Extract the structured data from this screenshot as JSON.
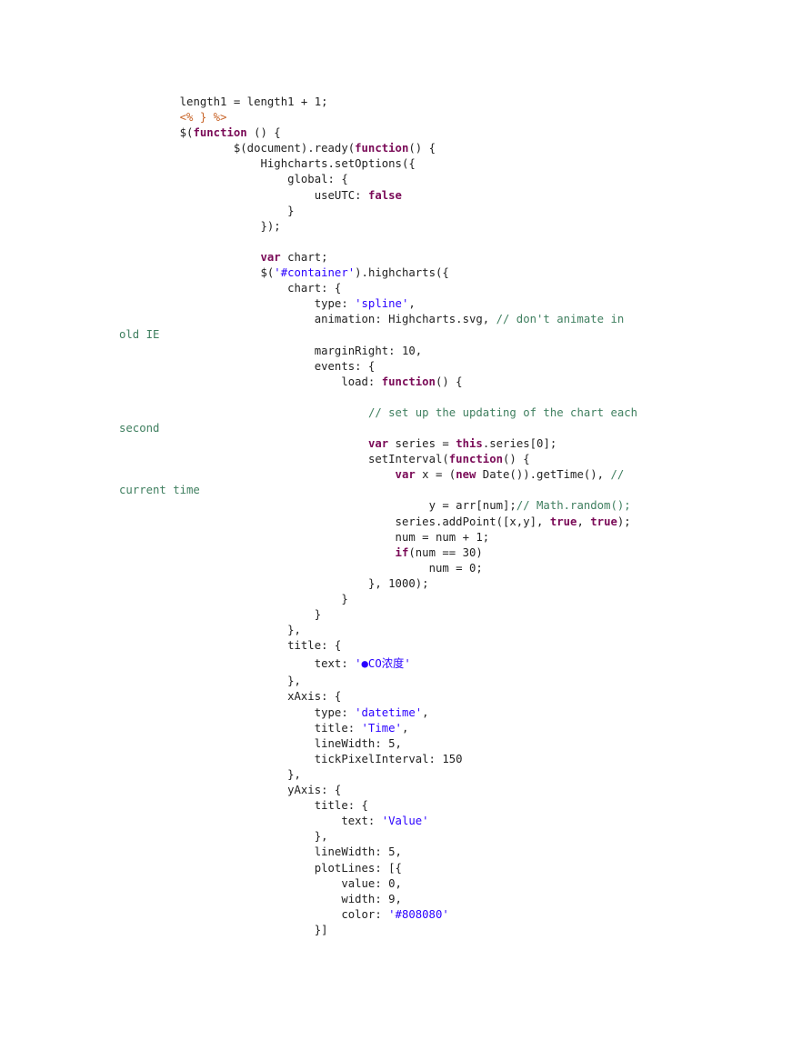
{
  "document": {
    "lines": [
      {
        "indent": 9,
        "tokens": [
          {
            "t": "plain",
            "v": "length1 = length1 + 1;"
          }
        ]
      },
      {
        "indent": 9,
        "tokens": [
          {
            "t": "tag",
            "v": "<% } %>"
          }
        ]
      },
      {
        "indent": 9,
        "tokens": [
          {
            "t": "plain",
            "v": "$("
          },
          {
            "t": "kw",
            "v": "function"
          },
          {
            "t": "plain",
            "v": " () {"
          }
        ]
      },
      {
        "indent": 17,
        "tokens": [
          {
            "t": "plain",
            "v": "$(document).ready("
          },
          {
            "t": "kw",
            "v": "function"
          },
          {
            "t": "plain",
            "v": "() {"
          }
        ]
      },
      {
        "indent": 21,
        "tokens": [
          {
            "t": "plain",
            "v": "Highcharts.setOptions({"
          }
        ]
      },
      {
        "indent": 25,
        "tokens": [
          {
            "t": "plain",
            "v": "global: {"
          }
        ]
      },
      {
        "indent": 29,
        "tokens": [
          {
            "t": "plain",
            "v": "useUTC: "
          },
          {
            "t": "kw",
            "v": "false"
          }
        ]
      },
      {
        "indent": 25,
        "tokens": [
          {
            "t": "plain",
            "v": "}"
          }
        ]
      },
      {
        "indent": 21,
        "tokens": [
          {
            "t": "plain",
            "v": "});"
          }
        ]
      },
      {
        "indent": 0,
        "tokens": []
      },
      {
        "indent": 21,
        "tokens": [
          {
            "t": "kw",
            "v": "var"
          },
          {
            "t": "plain",
            "v": " chart;"
          }
        ]
      },
      {
        "indent": 21,
        "tokens": [
          {
            "t": "plain",
            "v": "$("
          },
          {
            "t": "str",
            "v": "'#container'"
          },
          {
            "t": "plain",
            "v": ").highcharts({"
          }
        ]
      },
      {
        "indent": 25,
        "tokens": [
          {
            "t": "plain",
            "v": "chart: {"
          }
        ]
      },
      {
        "indent": 29,
        "tokens": [
          {
            "t": "plain",
            "v": "type: "
          },
          {
            "t": "str",
            "v": "'spline'"
          },
          {
            "t": "plain",
            "v": ","
          }
        ]
      },
      {
        "indent": 29,
        "tokens": [
          {
            "t": "plain",
            "v": "animation: Highcharts.svg, "
          },
          {
            "t": "com",
            "v": "// don't animate in"
          }
        ]
      },
      {
        "indent": 0,
        "tokens": [
          {
            "t": "com",
            "v": "old IE"
          }
        ]
      },
      {
        "indent": 29,
        "tokens": [
          {
            "t": "plain",
            "v": "marginRight: 10,"
          }
        ]
      },
      {
        "indent": 29,
        "tokens": [
          {
            "t": "plain",
            "v": "events: {"
          }
        ]
      },
      {
        "indent": 33,
        "tokens": [
          {
            "t": "plain",
            "v": "load: "
          },
          {
            "t": "kw",
            "v": "function"
          },
          {
            "t": "plain",
            "v": "() {"
          }
        ]
      },
      {
        "indent": 0,
        "tokens": []
      },
      {
        "indent": 37,
        "tokens": [
          {
            "t": "com",
            "v": "// set up the updating of the chart each"
          }
        ]
      },
      {
        "indent": 0,
        "tokens": [
          {
            "t": "com",
            "v": "second"
          }
        ]
      },
      {
        "indent": 37,
        "tokens": [
          {
            "t": "kw",
            "v": "var"
          },
          {
            "t": "plain",
            "v": " series = "
          },
          {
            "t": "kw",
            "v": "this"
          },
          {
            "t": "plain",
            "v": ".series[0];"
          }
        ]
      },
      {
        "indent": 37,
        "tokens": [
          {
            "t": "plain",
            "v": "setInterval("
          },
          {
            "t": "kw",
            "v": "function"
          },
          {
            "t": "plain",
            "v": "() {"
          }
        ]
      },
      {
        "indent": 41,
        "tokens": [
          {
            "t": "kw",
            "v": "var"
          },
          {
            "t": "plain",
            "v": " x = ("
          },
          {
            "t": "kw",
            "v": "new"
          },
          {
            "t": "plain",
            "v": " Date()).getTime(), "
          },
          {
            "t": "com",
            "v": "//"
          }
        ]
      },
      {
        "indent": 0,
        "tokens": [
          {
            "t": "com",
            "v": "current time"
          }
        ]
      },
      {
        "indent": 46,
        "tokens": [
          {
            "t": "plain",
            "v": "y = arr[num];"
          },
          {
            "t": "com",
            "v": "// Math.random();"
          }
        ]
      },
      {
        "indent": 41,
        "tokens": [
          {
            "t": "plain",
            "v": "series.addPoint([x,y], "
          },
          {
            "t": "kw",
            "v": "true"
          },
          {
            "t": "plain",
            "v": ", "
          },
          {
            "t": "kw",
            "v": "true"
          },
          {
            "t": "plain",
            "v": ");"
          }
        ]
      },
      {
        "indent": 41,
        "tokens": [
          {
            "t": "plain",
            "v": "num = num + 1;"
          }
        ]
      },
      {
        "indent": 41,
        "tokens": [
          {
            "t": "kw",
            "v": "if"
          },
          {
            "t": "plain",
            "v": "(num == 30)"
          }
        ]
      },
      {
        "indent": 46,
        "tokens": [
          {
            "t": "plain",
            "v": "num = 0;"
          }
        ]
      },
      {
        "indent": 37,
        "tokens": [
          {
            "t": "plain",
            "v": "}, 1000);"
          }
        ]
      },
      {
        "indent": 33,
        "tokens": [
          {
            "t": "plain",
            "v": "}"
          }
        ]
      },
      {
        "indent": 29,
        "tokens": [
          {
            "t": "plain",
            "v": "}"
          }
        ]
      },
      {
        "indent": 25,
        "tokens": [
          {
            "t": "plain",
            "v": "},"
          }
        ]
      },
      {
        "indent": 25,
        "tokens": [
          {
            "t": "plain",
            "v": "title: {"
          }
        ]
      },
      {
        "indent": 29,
        "tall": true,
        "tokens": [
          {
            "t": "plain",
            "v": "text: "
          },
          {
            "t": "str",
            "v": "'●CO浓度'"
          }
        ]
      },
      {
        "indent": 25,
        "tokens": [
          {
            "t": "plain",
            "v": "},"
          }
        ]
      },
      {
        "indent": 25,
        "tokens": [
          {
            "t": "plain",
            "v": "xAxis: {"
          }
        ]
      },
      {
        "indent": 29,
        "tokens": [
          {
            "t": "plain",
            "v": "type: "
          },
          {
            "t": "str",
            "v": "'datetime'"
          },
          {
            "t": "plain",
            "v": ","
          }
        ]
      },
      {
        "indent": 29,
        "tokens": [
          {
            "t": "plain",
            "v": "title: "
          },
          {
            "t": "str",
            "v": "'Time'"
          },
          {
            "t": "plain",
            "v": ","
          }
        ]
      },
      {
        "indent": 29,
        "tokens": [
          {
            "t": "plain",
            "v": "lineWidth: 5,"
          }
        ]
      },
      {
        "indent": 29,
        "tokens": [
          {
            "t": "plain",
            "v": "tickPixelInterval: 150"
          }
        ]
      },
      {
        "indent": 25,
        "tokens": [
          {
            "t": "plain",
            "v": "},"
          }
        ]
      },
      {
        "indent": 25,
        "tokens": [
          {
            "t": "plain",
            "v": "yAxis: {"
          }
        ]
      },
      {
        "indent": 29,
        "tokens": [
          {
            "t": "plain",
            "v": "title: {"
          }
        ]
      },
      {
        "indent": 33,
        "tokens": [
          {
            "t": "plain",
            "v": "text: "
          },
          {
            "t": "str",
            "v": "'Value'"
          }
        ]
      },
      {
        "indent": 29,
        "tokens": [
          {
            "t": "plain",
            "v": "},"
          }
        ]
      },
      {
        "indent": 29,
        "tokens": [
          {
            "t": "plain",
            "v": "lineWidth: 5,"
          }
        ]
      },
      {
        "indent": 29,
        "tokens": [
          {
            "t": "plain",
            "v": "plotLines: [{"
          }
        ]
      },
      {
        "indent": 33,
        "tokens": [
          {
            "t": "plain",
            "v": "value: 0,"
          }
        ]
      },
      {
        "indent": 33,
        "tokens": [
          {
            "t": "plain",
            "v": "width: 9,"
          }
        ]
      },
      {
        "indent": 33,
        "tokens": [
          {
            "t": "plain",
            "v": "color: "
          },
          {
            "t": "str",
            "v": "'#808080'"
          }
        ]
      },
      {
        "indent": 29,
        "tokens": [
          {
            "t": "plain",
            "v": "}]"
          }
        ]
      }
    ]
  }
}
